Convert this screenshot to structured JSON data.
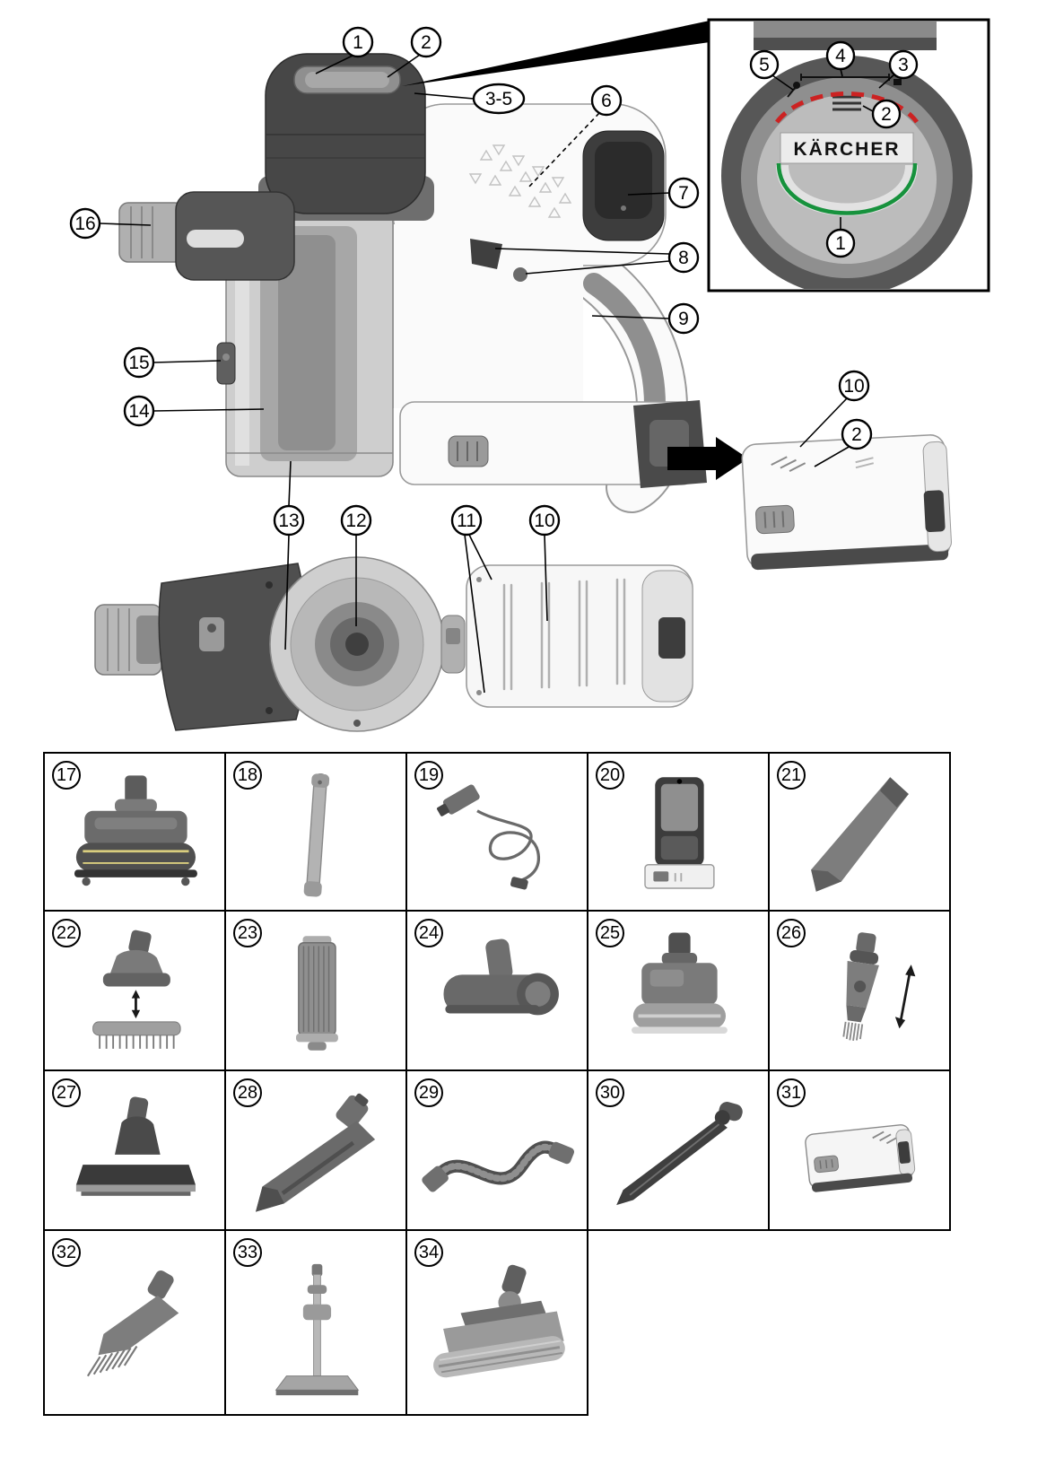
{
  "figure": {
    "brand": "KÄRCHER",
    "main_callouts": [
      {
        "label": "1"
      },
      {
        "label": "2"
      },
      {
        "label": "3-5"
      },
      {
        "label": "6"
      },
      {
        "label": "7"
      },
      {
        "label": "16"
      },
      {
        "label": "8"
      },
      {
        "label": "9"
      },
      {
        "label": "15"
      },
      {
        "label": "14"
      },
      {
        "label": "10"
      },
      {
        "label": "2"
      },
      {
        "label": "13"
      },
      {
        "label": "12"
      },
      {
        "label": "11"
      },
      {
        "label": "10"
      }
    ],
    "inset_callouts": [
      {
        "label": "5"
      },
      {
        "label": "4"
      },
      {
        "label": "3"
      },
      {
        "label": "2"
      },
      {
        "label": "1"
      }
    ]
  },
  "accessories": {
    "items": [
      {
        "number": "17",
        "icon": "electric-floor-nozzle"
      },
      {
        "number": "18",
        "icon": "suction-tube"
      },
      {
        "number": "19",
        "icon": "charging-cable"
      },
      {
        "number": "20",
        "icon": "wall-mount"
      },
      {
        "number": "21",
        "icon": "crevice-nozzle"
      },
      {
        "number": "22",
        "icon": "furniture-brush-nozzle"
      },
      {
        "number": "23",
        "icon": "filter-cartridge"
      },
      {
        "number": "24",
        "icon": "upholstery-nozzle"
      },
      {
        "number": "25",
        "icon": "mini-turbo-brush"
      },
      {
        "number": "26",
        "icon": "two-in-one-brush-nozzle"
      },
      {
        "number": "27",
        "icon": "hard-floor-nozzle"
      },
      {
        "number": "28",
        "icon": "large-crevice-nozzle"
      },
      {
        "number": "29",
        "icon": "flexible-hose"
      },
      {
        "number": "30",
        "icon": "flexible-crevice-tool"
      },
      {
        "number": "31",
        "icon": "battery-pack"
      },
      {
        "number": "32",
        "icon": "angled-brush-nozzle"
      },
      {
        "number": "33",
        "icon": "floor-stand"
      },
      {
        "number": "34",
        "icon": "motorized-floor-nozzle"
      }
    ]
  }
}
